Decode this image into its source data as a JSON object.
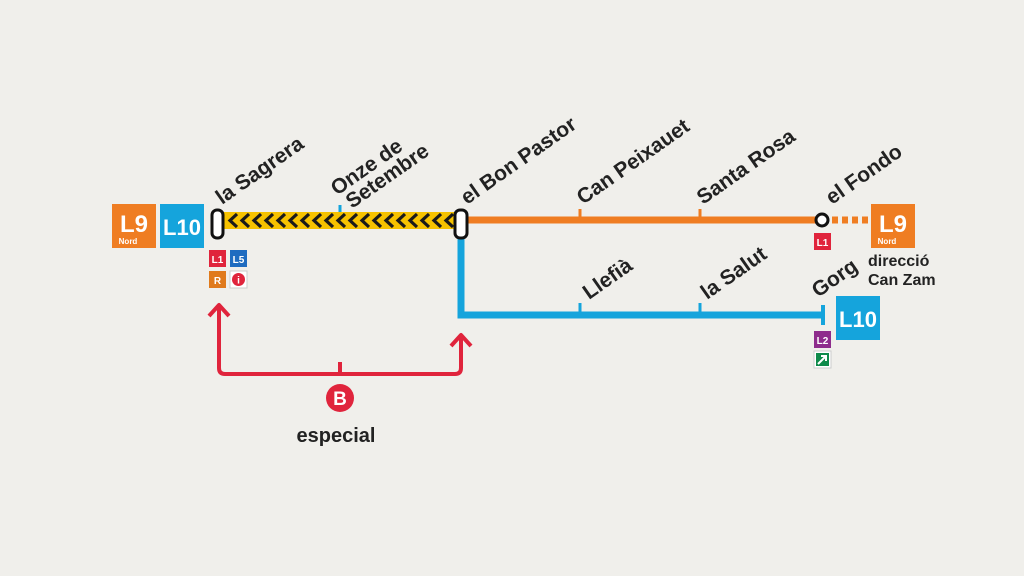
{
  "colors": {
    "background": "#f0efeb",
    "l9": "#ef7d22",
    "l10": "#15a4dc",
    "works": "#f6c200",
    "works_arrow": "#1a1a1a",
    "bus": "#e0243c",
    "l1": "#e0243c",
    "l2": "#8e2c8c",
    "l5": "#1f6cc0",
    "rodalies": "#e07a1c",
    "info": "#e0243c",
    "exit": "#0e8a4a",
    "text": "#222222"
  },
  "lines": {
    "l9_nord": {
      "label": "L9",
      "sublabel": "Nord"
    },
    "l10": {
      "label": "L10"
    }
  },
  "stations": {
    "la_sagrera": {
      "name": "la Sagrera",
      "connections": [
        "L1",
        "L5",
        "R",
        "i"
      ]
    },
    "onze_de_setembre": {
      "name_line1": "Onze de",
      "name_line2": "Setembre"
    },
    "el_bon_pastor": {
      "name": "el Bon Pastor"
    },
    "can_peixauet": {
      "name": "Can Peixauet"
    },
    "santa_rosa": {
      "name": "Santa Rosa"
    },
    "el_fondo": {
      "name": "el Fondo",
      "connections": [
        "L1"
      ]
    },
    "llefia": {
      "name": "Llefià"
    },
    "la_salut": {
      "name": "la Salut"
    },
    "gorg": {
      "name": "Gorg",
      "connections": [
        "L2",
        "exit"
      ]
    }
  },
  "direction": {
    "line1": "direcció",
    "line2": "Can Zam"
  },
  "bus": {
    "icon": "B",
    "label": "especial"
  }
}
